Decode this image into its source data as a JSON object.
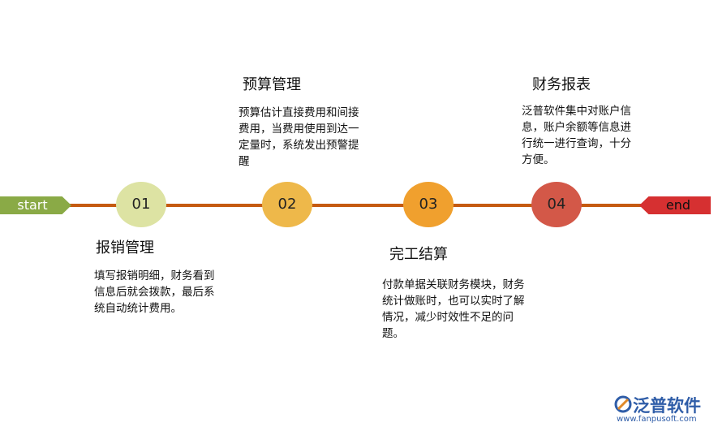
{
  "arrows": {
    "start": "start",
    "end": "end"
  },
  "nodes": [
    {
      "num": "01",
      "color": "#dde3a3"
    },
    {
      "num": "02",
      "color": "#eeb84a"
    },
    {
      "num": "03",
      "color": "#f0a02e"
    },
    {
      "num": "04",
      "color": "#d35848"
    }
  ],
  "steps": [
    {
      "title": "报销管理",
      "desc": "填写报销明细，财务看到信息后就会拨款，最后系统自动统计费用。"
    },
    {
      "title": "预算管理",
      "desc": "预算估计直接费用和间接费用，当费用使用到达一定量时，系统发出预警提醒"
    },
    {
      "title": "完工结算",
      "desc": "付款单据关联财务模块，财务统计做账时，也可以实时了解情况，减少时效性不足的问题。"
    },
    {
      "title": "财务报表",
      "desc": "泛普软件集中对账户信息，账户余额等信息进行统一进行查询，十分方便。"
    }
  ],
  "logo": {
    "text": "泛普软件",
    "url": "www.fanpusoft.com"
  }
}
